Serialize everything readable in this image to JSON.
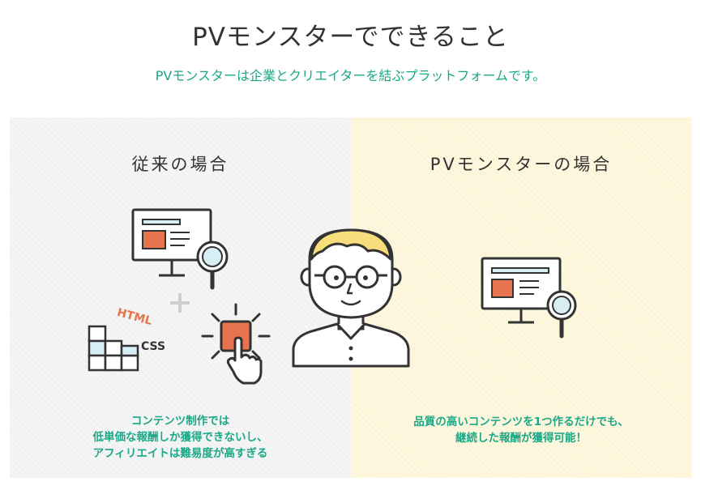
{
  "header": {
    "title": "PVモンスターでできること",
    "subtitle": "PVモンスターは企業とクリエイターを結ぶプラットフォームです。"
  },
  "left_panel": {
    "heading": "従来の場合",
    "caption_lines": [
      "コンテンツ制作では",
      "低単価な報酬しか獲得できないし、",
      "アフィリエイトは難易度が高すぎる"
    ],
    "html_label": "HTML",
    "css_label": "CSS",
    "plus_sign": "+"
  },
  "right_panel": {
    "heading": "PVモンスターの場合",
    "caption_lines": [
      "品質の高いコンテンツを1つ作るだけでも、",
      "継続した報酬が獲得可能！"
    ]
  },
  "colors": {
    "accent_green": "#1aa886",
    "accent_orange": "#e8744f",
    "left_bg": "#f2f2f2",
    "right_bg": "#fdf5d8",
    "hair_yellow": "#f7dd7c",
    "screen_blue": "#d8eef5"
  },
  "icons": [
    "monitor-icon",
    "magnifier-icon",
    "plus-icon",
    "code-blocks-icon",
    "click-button-icon",
    "pointing-hand-icon",
    "person-icon"
  ]
}
